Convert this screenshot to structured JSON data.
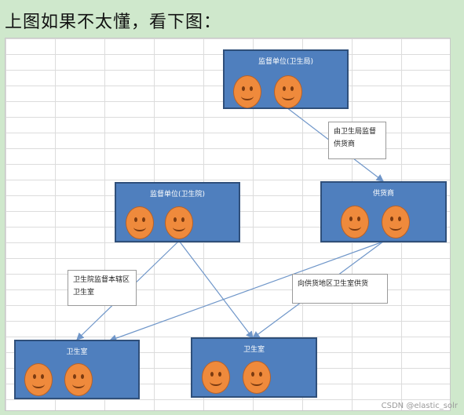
{
  "heading": "上图如果不太懂，看下图：",
  "boxes": {
    "bureau": "监督单位(卫生局)",
    "hospital": "监督单位(卫生院)",
    "supplier": "供货商",
    "clinic1": "卫生室",
    "clinic2": "卫生室"
  },
  "notes": {
    "bureau_supplier": "由卫生局监督供货商",
    "hospital_clinic": "卫生院监督本辖区卫生室",
    "supplier_clinic": "向供货地区卫生室供货"
  },
  "icons": {
    "face": "smiley-face-icon"
  },
  "colors": {
    "box": "#4f7fbe",
    "face": "#ef8a3c",
    "background": "#cfe8cc"
  },
  "watermark": "CSDN @elastic_solr"
}
